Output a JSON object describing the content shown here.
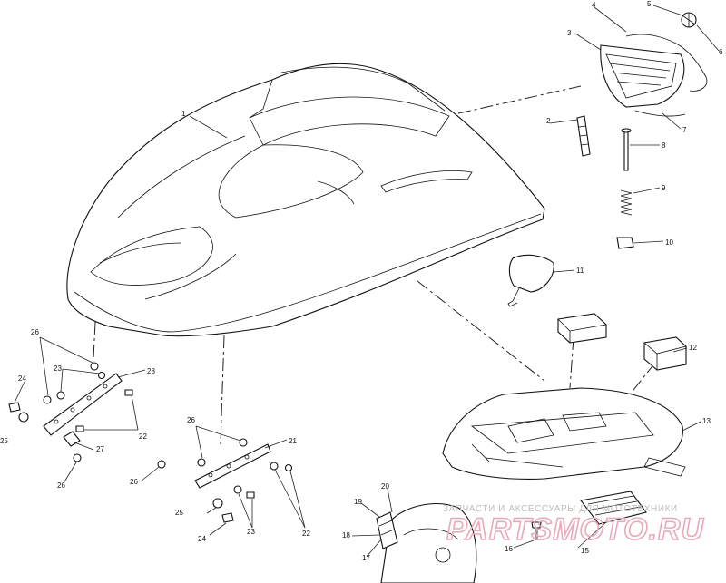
{
  "callouts": [
    "1",
    "2",
    "3",
    "4",
    "5",
    "6",
    "7",
    "8",
    "9",
    "10",
    "11",
    "12",
    "13",
    "15",
    "16",
    "17",
    "18",
    "19",
    "20",
    "21",
    "22",
    "23",
    "24",
    "25",
    "26",
    "27",
    "28"
  ],
  "watermark": {
    "text": "ЗАПЧАСТИ И АКСЕССУАРЫ ДЛЯ МОТОТЕХНИКИ",
    "logo": "PARTSMOTO.RU"
  },
  "colors": {
    "line": "#111111",
    "watermark_text": "#bdbdbd",
    "watermark_logo": "#e9a9b8"
  }
}
